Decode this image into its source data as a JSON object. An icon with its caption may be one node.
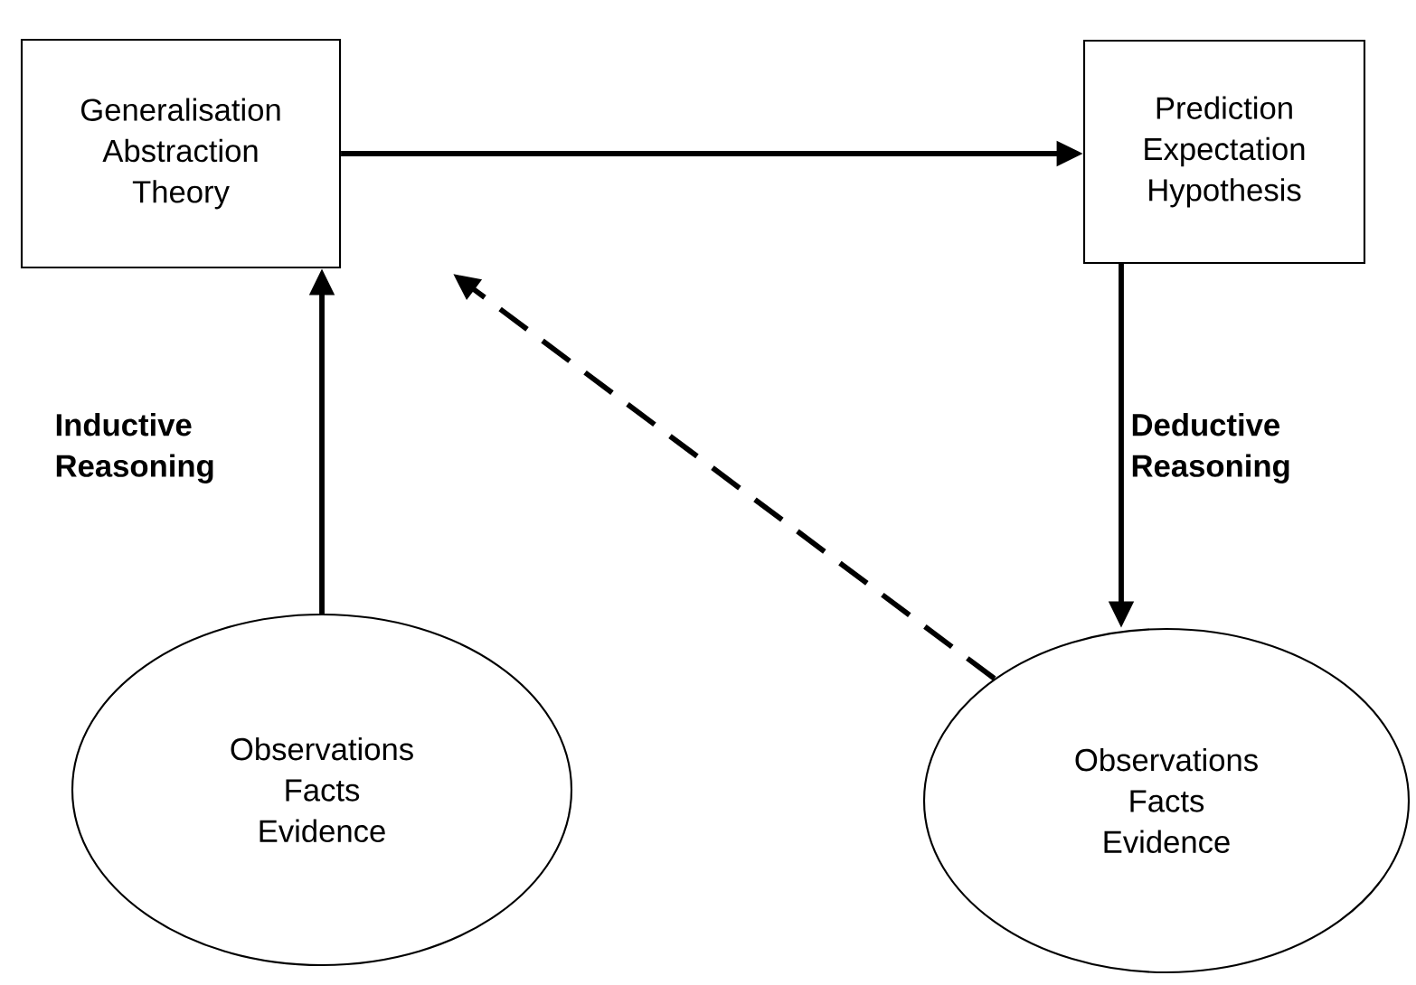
{
  "diagram": {
    "nodes": [
      {
        "text": [
          "Generalisation",
          "Abstraction",
          "Theory"
        ]
      },
      {
        "text": [
          "Prediction",
          "Expectation",
          "Hypothesis"
        ]
      },
      {
        "text": [
          "Observations",
          "Facts",
          "Evidence"
        ]
      },
      {
        "text": [
          "Observations",
          "Facts",
          "Evidence"
        ]
      }
    ],
    "edges": [
      {
        "from": 0,
        "to": 1,
        "arrow": "to"
      },
      {
        "from": 1,
        "to": 3,
        "arrow": "to",
        "label": "Deductive Reasoning"
      },
      {
        "from": 2,
        "to": 0,
        "arrow": "to",
        "label": "Inductive Reasoning"
      },
      {
        "from": 3,
        "to": 0,
        "arrow": "to",
        "style": "dashed"
      }
    ]
  }
}
